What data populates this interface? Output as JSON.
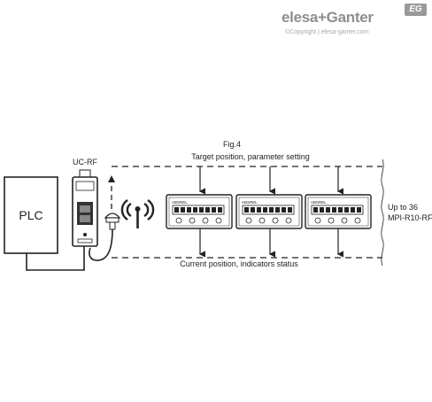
{
  "brand": {
    "logo_text": "elesa+Ganter",
    "badge": "EG",
    "copyright": "©Copyright | elesa-ganter.com"
  },
  "figure": {
    "title": "Fig.4",
    "top_label": "Target position, parameter setting",
    "bottom_label": "Current position, indicators status",
    "plc_label": "PLC",
    "uc_label": "UC-RF",
    "note_line1": "Up to 36",
    "note_line2": "MPI-R10-RF"
  },
  "device": {
    "header_text": "ABSREL",
    "count": 3
  }
}
